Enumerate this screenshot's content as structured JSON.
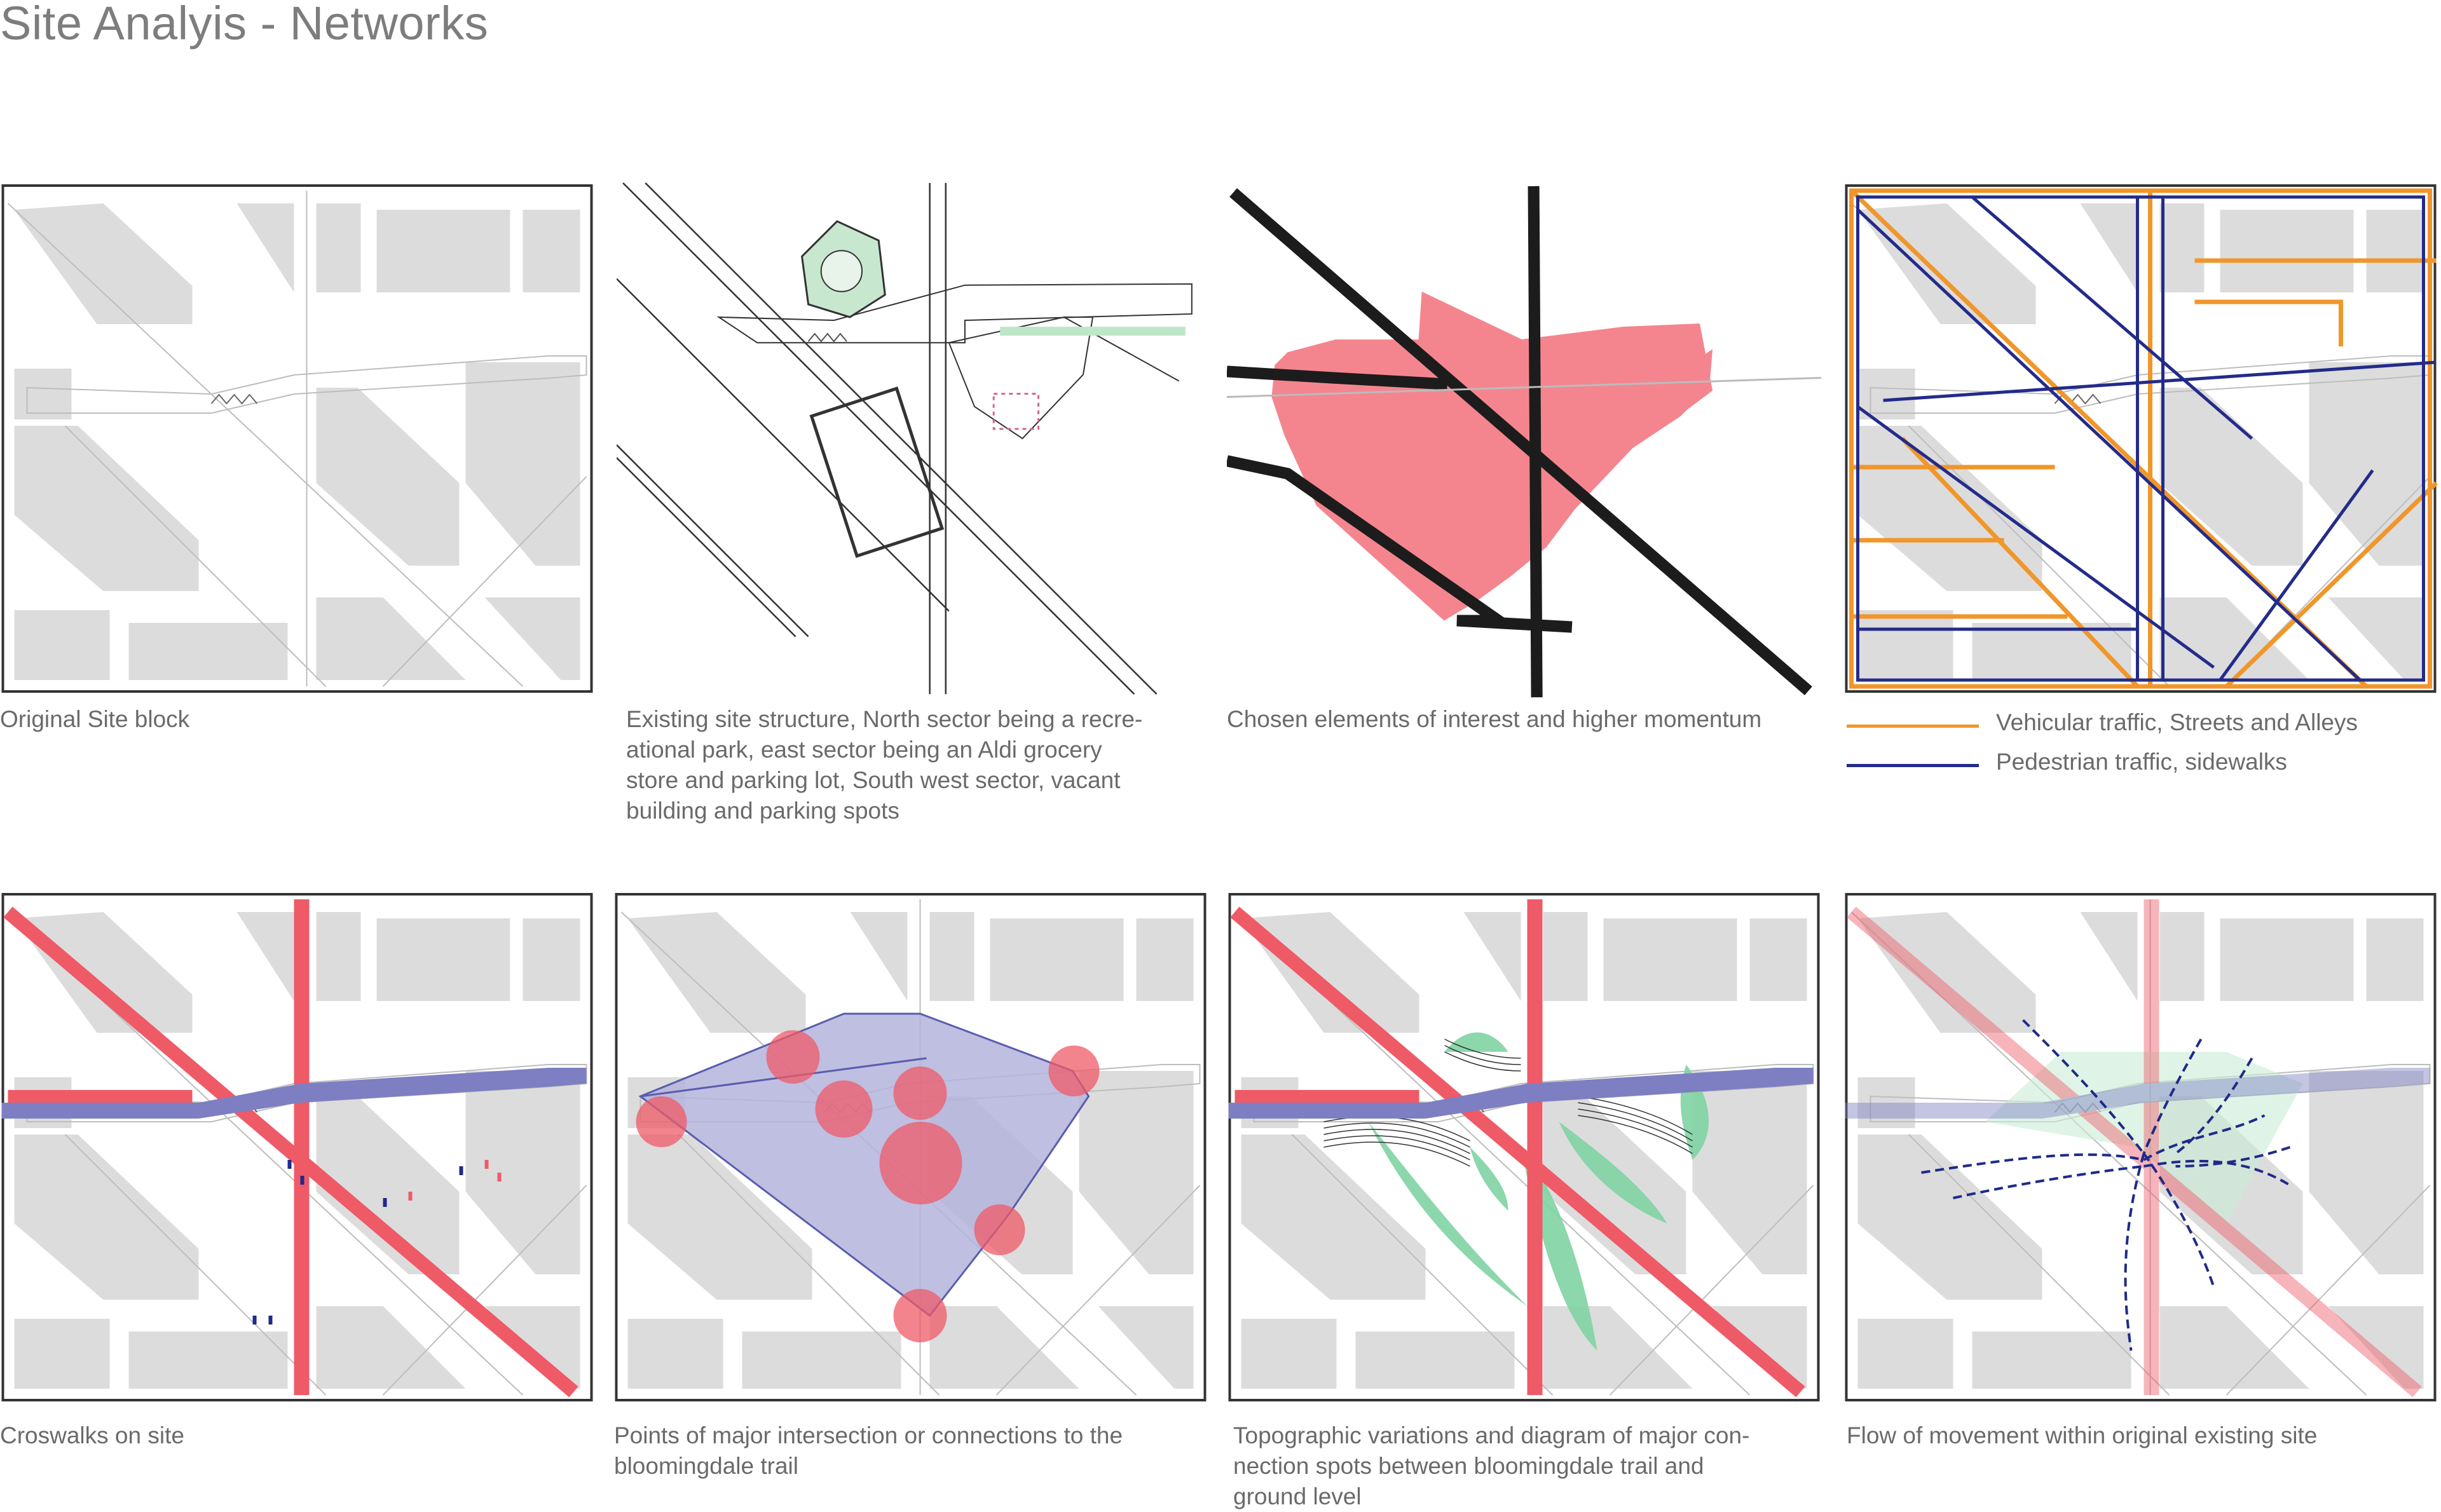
{
  "title": "Site Analyis - Networks",
  "panels": [
    {
      "caption": "Original Site block"
    },
    {
      "caption": "Existing site structure, North sector being a recre-\national park, east sector being an Aldi grocery\nstore and parking lot, South west sector, vacant\nbuilding and parking spots"
    },
    {
      "caption": "Chosen elements of interest and higher momentum"
    },
    {
      "caption": ""
    },
    {
      "caption": "Croswalks on site"
    },
    {
      "caption": "Points of major intersection or connections to the\nbloomingdale trail"
    },
    {
      "caption": "Topographic variations and diagram of major con-\nnection spots between bloomingdale trail and\nground level"
    },
    {
      "caption": "Flow of movement within original existing site"
    }
  ],
  "legend": [
    {
      "label": "Vehicular traffic, Streets and Alleys",
      "color": "#f0962a"
    },
    {
      "label": "Pedestrian traffic, sidewalks",
      "color": "#232b8a"
    }
  ],
  "colors": {
    "building": "#dcdcdc",
    "street_line": "#bdbdbd",
    "frame": "#333333",
    "red": "#ef5a67",
    "red_fill": "#f4858f",
    "purple": "#7d7fc2",
    "purple_fill": "#b4b4dc",
    "green": "#7fd3a3",
    "navy": "#1f2a8a",
    "orange": "#f0962a",
    "black": "#1c1c1c"
  }
}
